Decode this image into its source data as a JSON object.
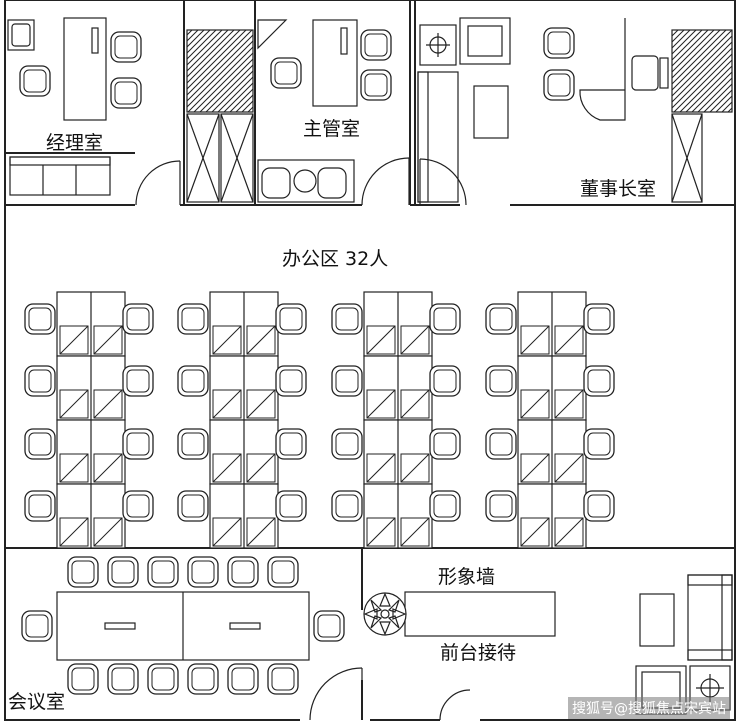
{
  "rooms": {
    "manager": "经理室",
    "supervisor": "主管室",
    "chairman": "董事长室",
    "office": "办公区 32人",
    "brand_wall": "形象墙",
    "reception": "前台接待",
    "meeting": "会议室"
  },
  "watermark": "搜狐号@搜狐焦点宋宾站"
}
